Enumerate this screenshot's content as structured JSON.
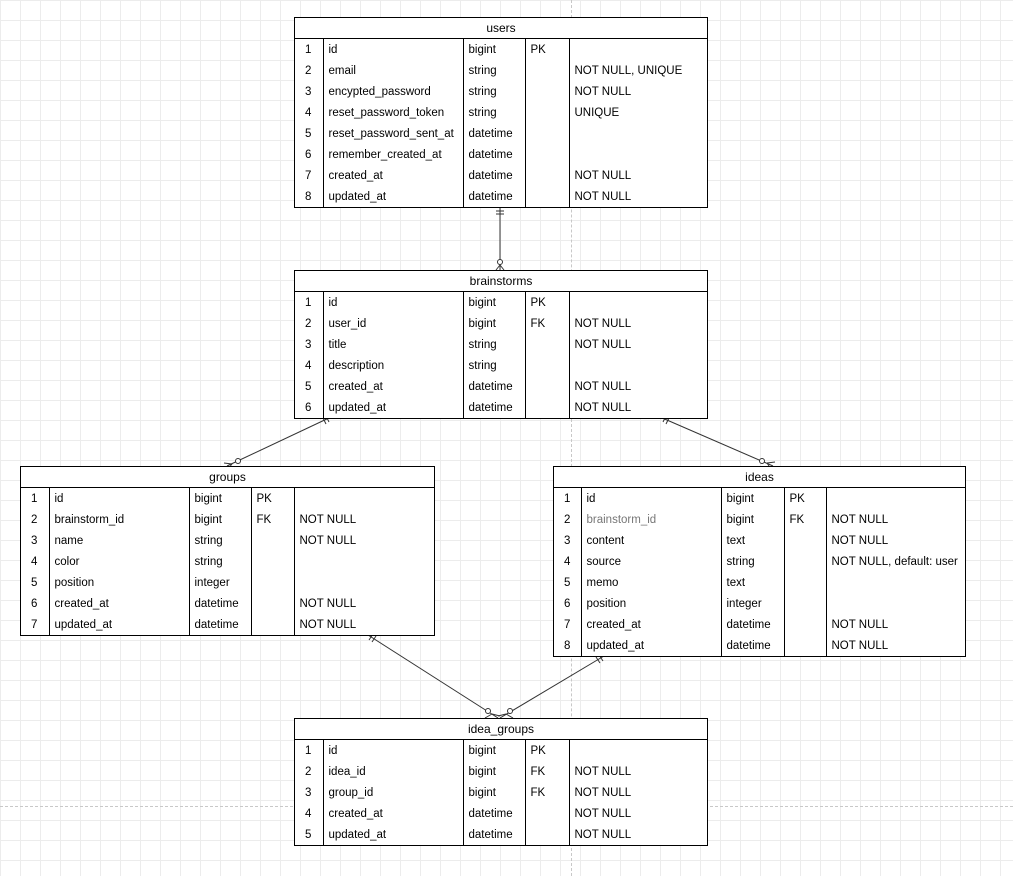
{
  "entities": {
    "users": {
      "title": "users",
      "columns": [
        {
          "num": "1",
          "name": "id",
          "type": "bigint",
          "key": "PK",
          "constraint": ""
        },
        {
          "num": "2",
          "name": "email",
          "type": "string",
          "key": "",
          "constraint": "NOT NULL, UNIQUE"
        },
        {
          "num": "3",
          "name": "encypted_password",
          "type": "string",
          "key": "",
          "constraint": "NOT NULL"
        },
        {
          "num": "4",
          "name": "reset_password_token",
          "type": "string",
          "key": "",
          "constraint": "UNIQUE"
        },
        {
          "num": "5",
          "name": "reset_password_sent_at",
          "type": "datetime",
          "key": "",
          "constraint": ""
        },
        {
          "num": "6",
          "name": "remember_created_at",
          "type": "datetime",
          "key": "",
          "constraint": ""
        },
        {
          "num": "7",
          "name": "created_at",
          "type": "datetime",
          "key": "",
          "constraint": "NOT NULL"
        },
        {
          "num": "8",
          "name": "updated_at",
          "type": "datetime",
          "key": "",
          "constraint": "NOT NULL"
        }
      ]
    },
    "brainstorms": {
      "title": "brainstorms",
      "columns": [
        {
          "num": "1",
          "name": "id",
          "type": "bigint",
          "key": "PK",
          "constraint": ""
        },
        {
          "num": "2",
          "name": "user_id",
          "type": "bigint",
          "key": "FK",
          "constraint": "NOT NULL"
        },
        {
          "num": "3",
          "name": "title",
          "type": "string",
          "key": "",
          "constraint": "NOT NULL"
        },
        {
          "num": "4",
          "name": "description",
          "type": "string",
          "key": "",
          "constraint": ""
        },
        {
          "num": "5",
          "name": "created_at",
          "type": "datetime",
          "key": "",
          "constraint": "NOT NULL"
        },
        {
          "num": "6",
          "name": "updated_at",
          "type": "datetime",
          "key": "",
          "constraint": "NOT NULL"
        }
      ]
    },
    "groups": {
      "title": "groups",
      "columns": [
        {
          "num": "1",
          "name": "id",
          "type": "bigint",
          "key": "PK",
          "constraint": ""
        },
        {
          "num": "2",
          "name": "brainstorm_id",
          "type": "bigint",
          "key": "FK",
          "constraint": "NOT NULL"
        },
        {
          "num": "3",
          "name": "name",
          "type": "string",
          "key": "",
          "constraint": "NOT NULL"
        },
        {
          "num": "4",
          "name": "color",
          "type": "string",
          "key": "",
          "constraint": ""
        },
        {
          "num": "5",
          "name": "position",
          "type": "integer",
          "key": "",
          "constraint": ""
        },
        {
          "num": "6",
          "name": "created_at",
          "type": "datetime",
          "key": "",
          "constraint": "NOT NULL"
        },
        {
          "num": "7",
          "name": "updated_at",
          "type": "datetime",
          "key": "",
          "constraint": "NOT NULL"
        }
      ]
    },
    "ideas": {
      "title": "ideas",
      "columns": [
        {
          "num": "1",
          "name": "id",
          "type": "bigint",
          "key": "PK",
          "constraint": ""
        },
        {
          "num": "2",
          "name": "brainstorm_id",
          "type": "bigint",
          "key": "FK",
          "constraint": "NOT NULL",
          "muted": true
        },
        {
          "num": "3",
          "name": "content",
          "type": "text",
          "key": "",
          "constraint": "NOT NULL"
        },
        {
          "num": "4",
          "name": "source",
          "type": "string",
          "key": "",
          "constraint": "NOT NULL, default: user"
        },
        {
          "num": "5",
          "name": "memo",
          "type": "text",
          "key": "",
          "constraint": ""
        },
        {
          "num": "6",
          "name": "position",
          "type": "integer",
          "key": "",
          "constraint": ""
        },
        {
          "num": "7",
          "name": "created_at",
          "type": "datetime",
          "key": "",
          "constraint": "NOT NULL"
        },
        {
          "num": "8",
          "name": "updated_at",
          "type": "datetime",
          "key": "",
          "constraint": "NOT NULL"
        }
      ]
    },
    "idea_groups": {
      "title": "idea_groups",
      "columns": [
        {
          "num": "1",
          "name": "id",
          "type": "bigint",
          "key": "PK",
          "constraint": ""
        },
        {
          "num": "2",
          "name": "idea_id",
          "type": "bigint",
          "key": "FK",
          "constraint": "NOT NULL"
        },
        {
          "num": "3",
          "name": "group_id",
          "type": "bigint",
          "key": "FK",
          "constraint": "NOT NULL"
        },
        {
          "num": "4",
          "name": "created_at",
          "type": "datetime",
          "key": "",
          "constraint": "NOT NULL"
        },
        {
          "num": "5",
          "name": "updated_at",
          "type": "datetime",
          "key": "",
          "constraint": "NOT NULL"
        }
      ]
    }
  },
  "relationships": [
    {
      "from": "users",
      "to": "brainstorms",
      "from_cardinality": "one-and-only-one",
      "to_cardinality": "zero-or-many"
    },
    {
      "from": "brainstorms",
      "to": "groups",
      "from_cardinality": "one-and-only-one",
      "to_cardinality": "zero-or-many"
    },
    {
      "from": "brainstorms",
      "to": "ideas",
      "from_cardinality": "one-and-only-one",
      "to_cardinality": "zero-or-many"
    },
    {
      "from": "groups",
      "to": "idea_groups",
      "from_cardinality": "one-and-only-one",
      "to_cardinality": "zero-or-many"
    },
    {
      "from": "ideas",
      "to": "idea_groups",
      "from_cardinality": "one-and-only-one",
      "to_cardinality": "zero-or-many"
    }
  ],
  "colors": {
    "line": "#333333",
    "border": "#000000",
    "grid": "#ececec",
    "muted_text": "#777777"
  }
}
